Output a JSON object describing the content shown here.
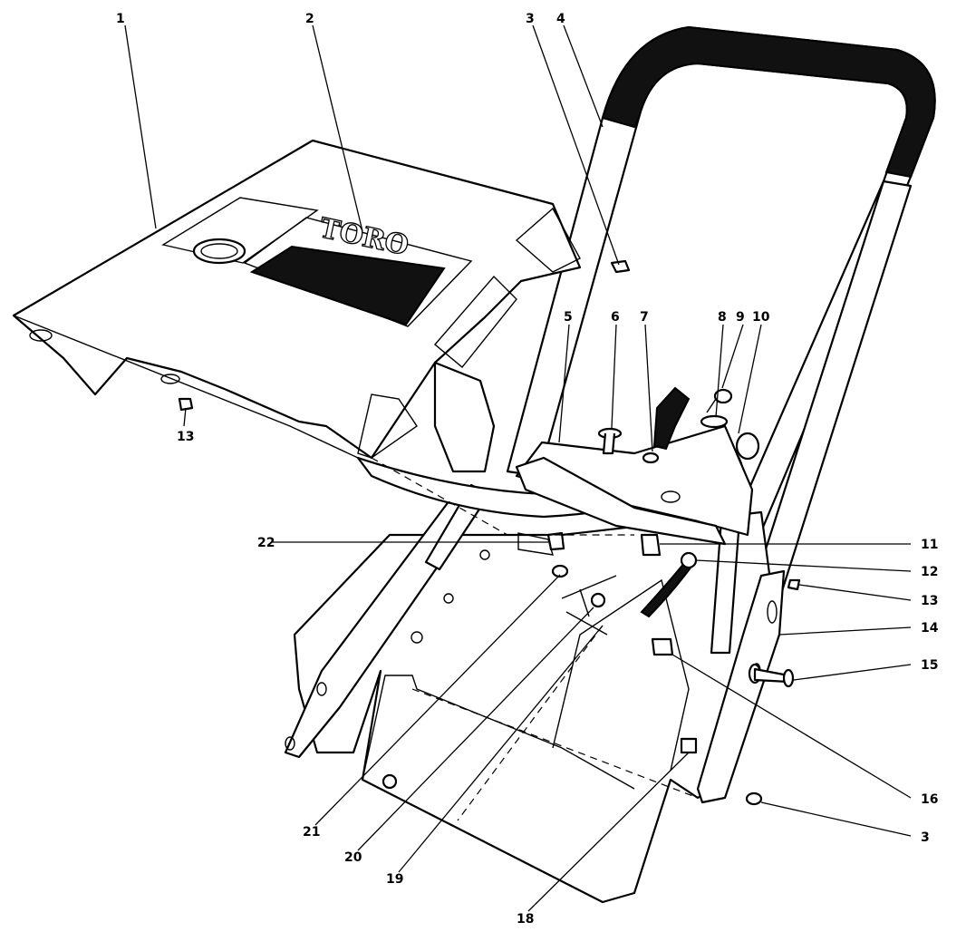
{
  "diagram": {
    "brand_logo": "TORO",
    "callouts": [
      "1",
      "2",
      "3",
      "4",
      "5",
      "6",
      "7",
      "8",
      "9",
      "10",
      "11",
      "12",
      "13",
      "14",
      "15",
      "16",
      "3",
      "18",
      "19",
      "20",
      "21",
      "22",
      "13"
    ]
  }
}
